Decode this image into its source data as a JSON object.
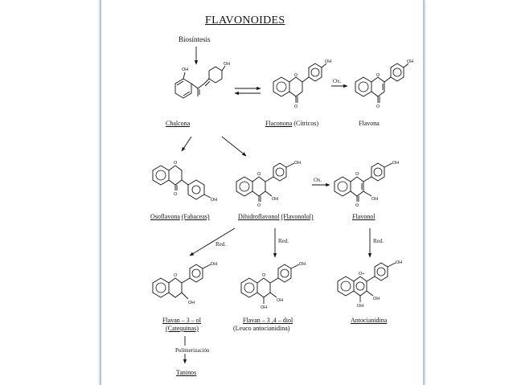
{
  "title": "FLAVONOIDES",
  "biosintesis": "Biosíntesis",
  "compounds": {
    "chalcona": "Chalcona",
    "flaconona": "Flaconona",
    "flaconona_note": "(Cítricos)",
    "flavona": "Flavona",
    "osoflavona": "Osoflavona",
    "osoflavona_note": "(Fabaceas)",
    "dihidroflavonol": "Dihidroflavonol",
    "dihidroflavonol_note": "(Flavonolol)",
    "flavonol": "Flavonol",
    "flavan3ol": "Flavan – 3 – ol",
    "flavan3ol_note": "(Catequinas)",
    "flavan34diol": "Flavan – 3 ,4 – diol",
    "flavan34diol_note": "(Leuco antocianidina)",
    "antocianidina": "Antocianidina",
    "taninos": "Taninos"
  },
  "processes": {
    "polimerizacion": "Polimerización",
    "ox1": "Ox.",
    "ox2": "Ox.",
    "red1": "Red.",
    "red2": "Red.",
    "red3": "Red."
  },
  "atoms": {
    "oh": "OH",
    "o": "O",
    "o_plus": "O+"
  }
}
